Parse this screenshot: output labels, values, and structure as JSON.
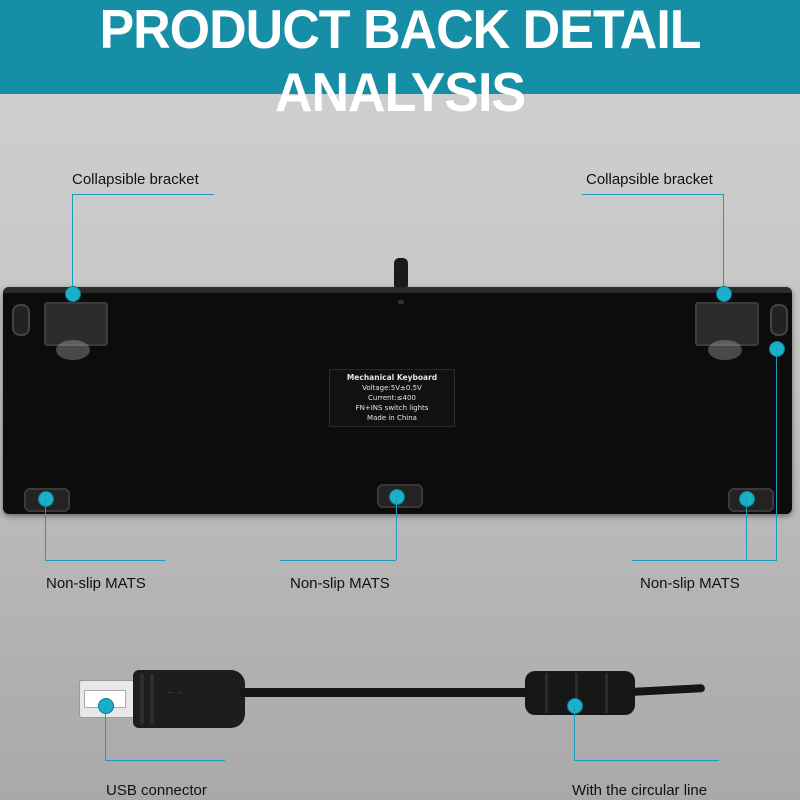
{
  "header": {
    "title": "PRODUCT BACK DETAIL ANALYSIS"
  },
  "keyboard_label": {
    "line1": "Mechanical Keyboard",
    "line2": "Voltage:5V±0.5V",
    "line3": "Current:≤400",
    "line4": "FN+INS switch lights",
    "line5": "Made in China"
  },
  "callouts": {
    "bracket_left": "Collapsible bracket",
    "bracket_right": "Collapsible bracket",
    "mats_left": "Non-slip MATS",
    "mats_center": "Non-slip MATS",
    "mats_right": "Non-slip MATS",
    "usb": "USB connector",
    "circular": "With the circular line"
  },
  "colors": {
    "banner": "#158ea6",
    "accent": "#1ab0c9"
  }
}
